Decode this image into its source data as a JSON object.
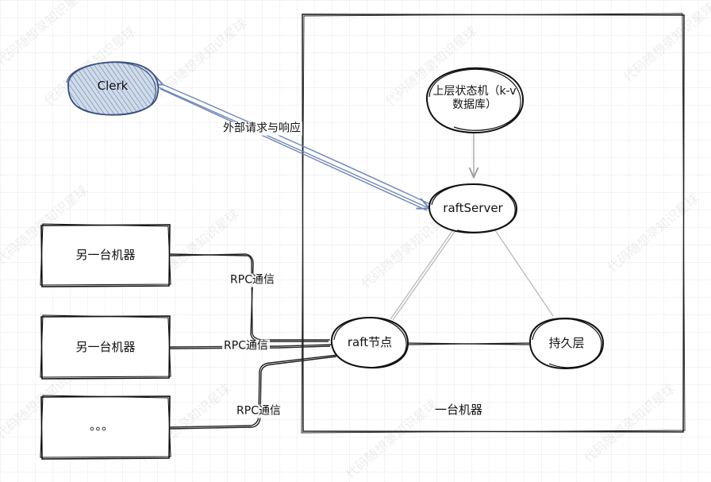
{
  "nodes": {
    "clerk": "Clerk",
    "state_machine": "上层状态机（k-v数据库）",
    "raft_server": "raftServer",
    "raft_node": "raft节点",
    "persistence": "持久层",
    "machine_a": "另一台机器",
    "machine_b": "另一台机器",
    "machine_more": "。。。",
    "one_machine": "一台机器"
  },
  "edges": {
    "external": "外部请求与响应",
    "rpc_1": "RPC通信",
    "rpc_2": "RPC通信",
    "rpc_3": "RPC通信"
  },
  "watermark": "代码随想录知识星球",
  "colors": {
    "clerk_stroke": "#3b4f82",
    "clerk_fill": "#c6d2e4",
    "external_edge": "#6f86b8",
    "edge": "#222222",
    "light_edge": "#b8b8b8"
  }
}
